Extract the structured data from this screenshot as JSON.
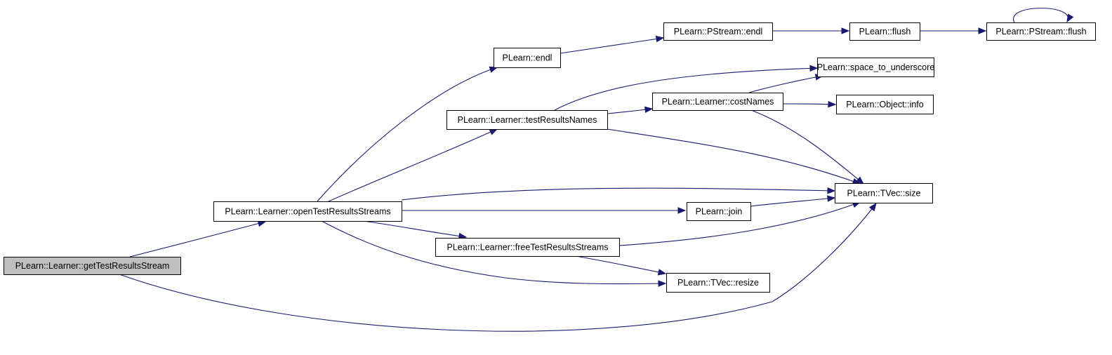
{
  "graph": {
    "title": "",
    "root": "getTestResultsStream",
    "nodes": [
      {
        "id": "getTestResultsStream",
        "label": "PLearn::Learner::getTestResultsStream",
        "highlighted": true
      },
      {
        "id": "openTestResultsStreams",
        "label": "PLearn::Learner::openTestResultsStreams"
      },
      {
        "id": "endl",
        "label": "PLearn::endl"
      },
      {
        "id": "pstream_endl",
        "label": "PLearn::PStream::endl"
      },
      {
        "id": "flush",
        "label": "PLearn::flush"
      },
      {
        "id": "pstream_flush",
        "label": "PLearn::PStream::flush"
      },
      {
        "id": "space_to_underscore",
        "label": "PLearn::space_to_underscore"
      },
      {
        "id": "testResultsNames",
        "label": "PLearn::Learner::testResultsNames"
      },
      {
        "id": "costNames",
        "label": "PLearn::Learner::costNames"
      },
      {
        "id": "object_info",
        "label": "PLearn::Object::info"
      },
      {
        "id": "tvec_size",
        "label": "PLearn::TVec::size"
      },
      {
        "id": "join",
        "label": "PLearn::join"
      },
      {
        "id": "freeTestResultsStreams",
        "label": "PLearn::Learner::freeTestResultsStreams"
      },
      {
        "id": "tvec_resize",
        "label": "PLearn::TVec::resize"
      }
    ],
    "edges": [
      {
        "from": "getTestResultsStream",
        "to": "openTestResultsStreams"
      },
      {
        "from": "getTestResultsStream",
        "to": "tvec_size"
      },
      {
        "from": "openTestResultsStreams",
        "to": "endl"
      },
      {
        "from": "openTestResultsStreams",
        "to": "testResultsNames"
      },
      {
        "from": "openTestResultsStreams",
        "to": "tvec_size"
      },
      {
        "from": "openTestResultsStreams",
        "to": "join"
      },
      {
        "from": "openTestResultsStreams",
        "to": "freeTestResultsStreams"
      },
      {
        "from": "openTestResultsStreams",
        "to": "tvec_resize"
      },
      {
        "from": "endl",
        "to": "pstream_endl"
      },
      {
        "from": "pstream_endl",
        "to": "flush"
      },
      {
        "from": "flush",
        "to": "pstream_flush"
      },
      {
        "from": "pstream_flush",
        "to": "pstream_flush"
      },
      {
        "from": "testResultsNames",
        "to": "space_to_underscore"
      },
      {
        "from": "testResultsNames",
        "to": "costNames"
      },
      {
        "from": "testResultsNames",
        "to": "tvec_size"
      },
      {
        "from": "costNames",
        "to": "space_to_underscore"
      },
      {
        "from": "costNames",
        "to": "object_info"
      },
      {
        "from": "costNames",
        "to": "tvec_size"
      },
      {
        "from": "join",
        "to": "tvec_size"
      },
      {
        "from": "freeTestResultsStreams",
        "to": "tvec_size"
      },
      {
        "from": "freeTestResultsStreams",
        "to": "tvec_resize"
      }
    ]
  }
}
